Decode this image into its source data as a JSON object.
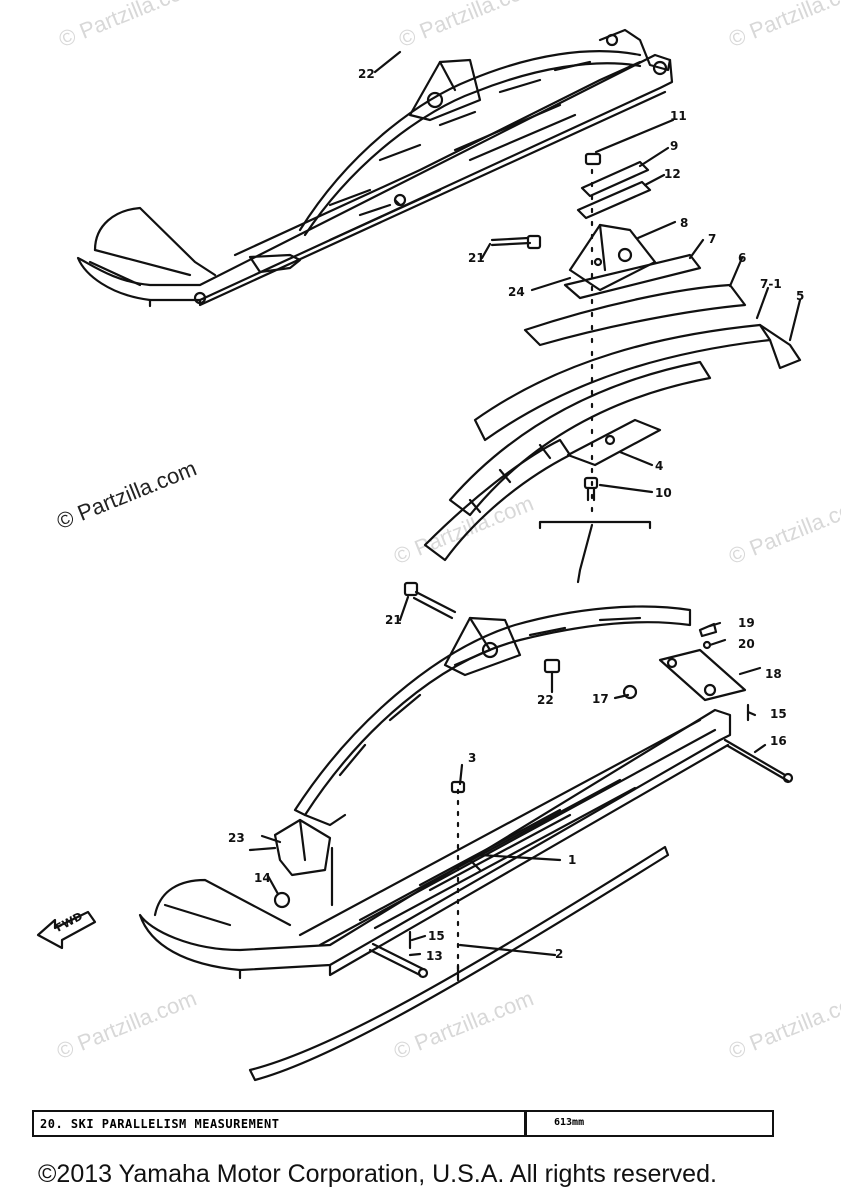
{
  "watermark": "© Partzilla.com",
  "callouts": {
    "p1": "1",
    "p2": "2",
    "p3": "3",
    "p4": "4",
    "p5": "5",
    "p6": "6",
    "p7": "7",
    "p7_1": "7-1",
    "p8": "8",
    "p9": "9",
    "p10": "10",
    "p11": "11",
    "p12": "12",
    "p13": "13",
    "p14": "14",
    "p15": "15",
    "p16": "16",
    "p17": "17",
    "p18": "18",
    "p19": "19",
    "p20": "20",
    "p21": "21",
    "p22": "22",
    "p23": "23",
    "p24": "24"
  },
  "direction_label": "FWD",
  "spec": {
    "label": "20. SKI PARALLELISM MEASUREMENT",
    "value": "613mm"
  },
  "copyright": "©2013 Yamaha Motor Corporation, U.S.A. All rights reserved."
}
